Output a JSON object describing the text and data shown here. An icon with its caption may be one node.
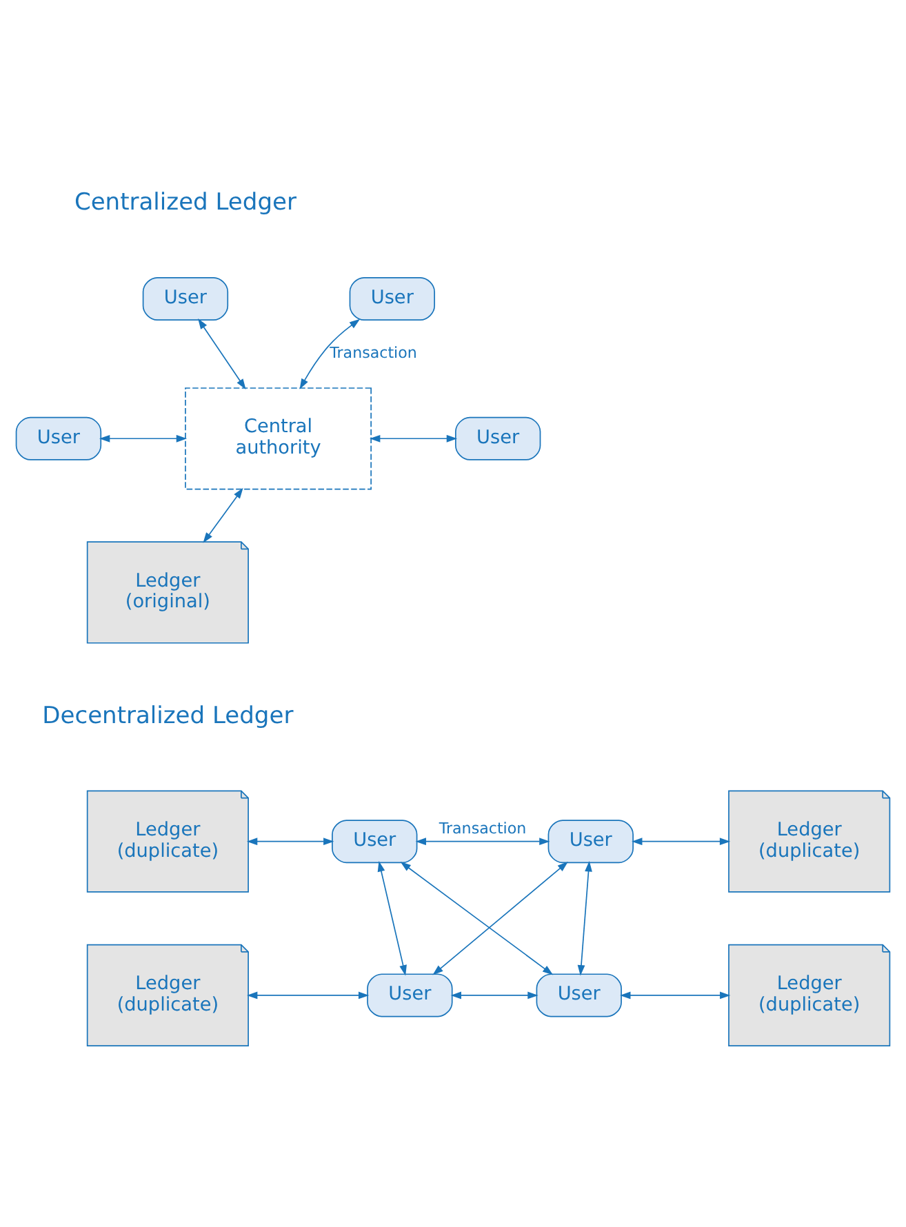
{
  "diagram": {
    "nodes": [
      {
        "text": [
          "User"
        ]
      },
      {
        "text": [
          "User"
        ]
      },
      {
        "text": [
          "Central authority"
        ]
      },
      {
        "text": [
          "User"
        ]
      },
      {
        "text": [
          "User"
        ]
      },
      {
        "text": [
          "Ledger (original)"
        ]
      },
      {
        "text": [
          "Ledger (duplicate)"
        ]
      },
      {
        "text": [
          "User"
        ]
      },
      {
        "text": [
          "User"
        ]
      },
      {
        "text": [
          "Ledger (duplicate)"
        ]
      },
      {
        "text": [
          "Ledger (duplicate)"
        ]
      },
      {
        "text": [
          "User"
        ]
      },
      {
        "text": [
          "User"
        ]
      },
      {
        "text": [
          "Ledger (duplicate)"
        ]
      }
    ],
    "edges": [
      {
        "from": 0,
        "to": 2,
        "arrow": "both"
      },
      {
        "from": 3,
        "to": 2,
        "arrow": "both"
      },
      {
        "from": 2,
        "to": 1,
        "arrow": "both",
        "label": "Transaction"
      },
      {
        "from": 2,
        "to": 4,
        "arrow": "both"
      },
      {
        "from": 2,
        "to": 5,
        "arrow": "both"
      },
      {
        "from": 6,
        "to": 7,
        "arrow": "both"
      },
      {
        "from": 7,
        "to": 8,
        "arrow": "both",
        "label": "Transaction"
      },
      {
        "from": 8,
        "to": 9,
        "arrow": "both"
      },
      {
        "from": 7,
        "to": 11,
        "arrow": "both"
      },
      {
        "from": 7,
        "to": 12,
        "arrow": "both"
      },
      {
        "from": 8,
        "to": 11,
        "arrow": "both"
      },
      {
        "from": 8,
        "to": 12,
        "arrow": "both"
      },
      {
        "from": 10,
        "to": 11,
        "arrow": "both"
      },
      {
        "from": 11,
        "to": 12,
        "arrow": "both"
      },
      {
        "from": 12,
        "to": 13,
        "arrow": "both"
      }
    ],
    "labels": [
      "Centralized Ledger",
      "Decentralized Ledger"
    ]
  }
}
